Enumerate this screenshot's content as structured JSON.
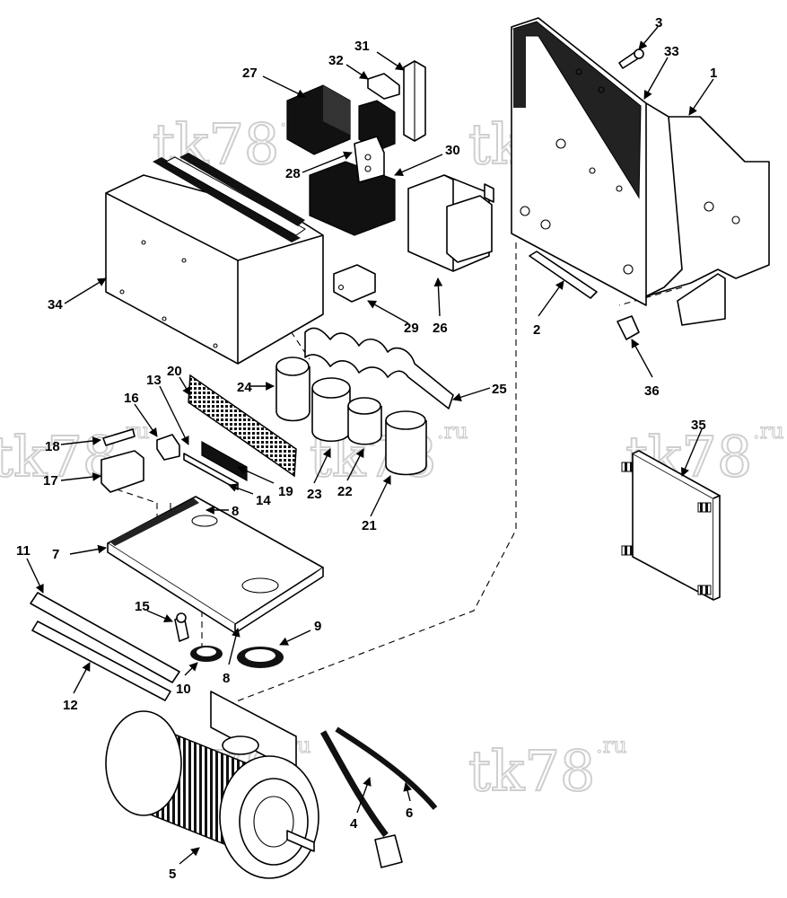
{
  "watermark": {
    "text": "tk78",
    "suffix": ".ru"
  },
  "callouts": [
    "1",
    "2",
    "3",
    "4",
    "5",
    "6",
    "7",
    "8",
    "8",
    "9",
    "10",
    "11",
    "12",
    "13",
    "14",
    "15",
    "16",
    "17",
    "18",
    "19",
    "20",
    "21",
    "22",
    "23",
    "24",
    "25",
    "26",
    "27",
    "28",
    "29",
    "30",
    "31",
    "32",
    "33",
    "34",
    "35",
    "36"
  ]
}
